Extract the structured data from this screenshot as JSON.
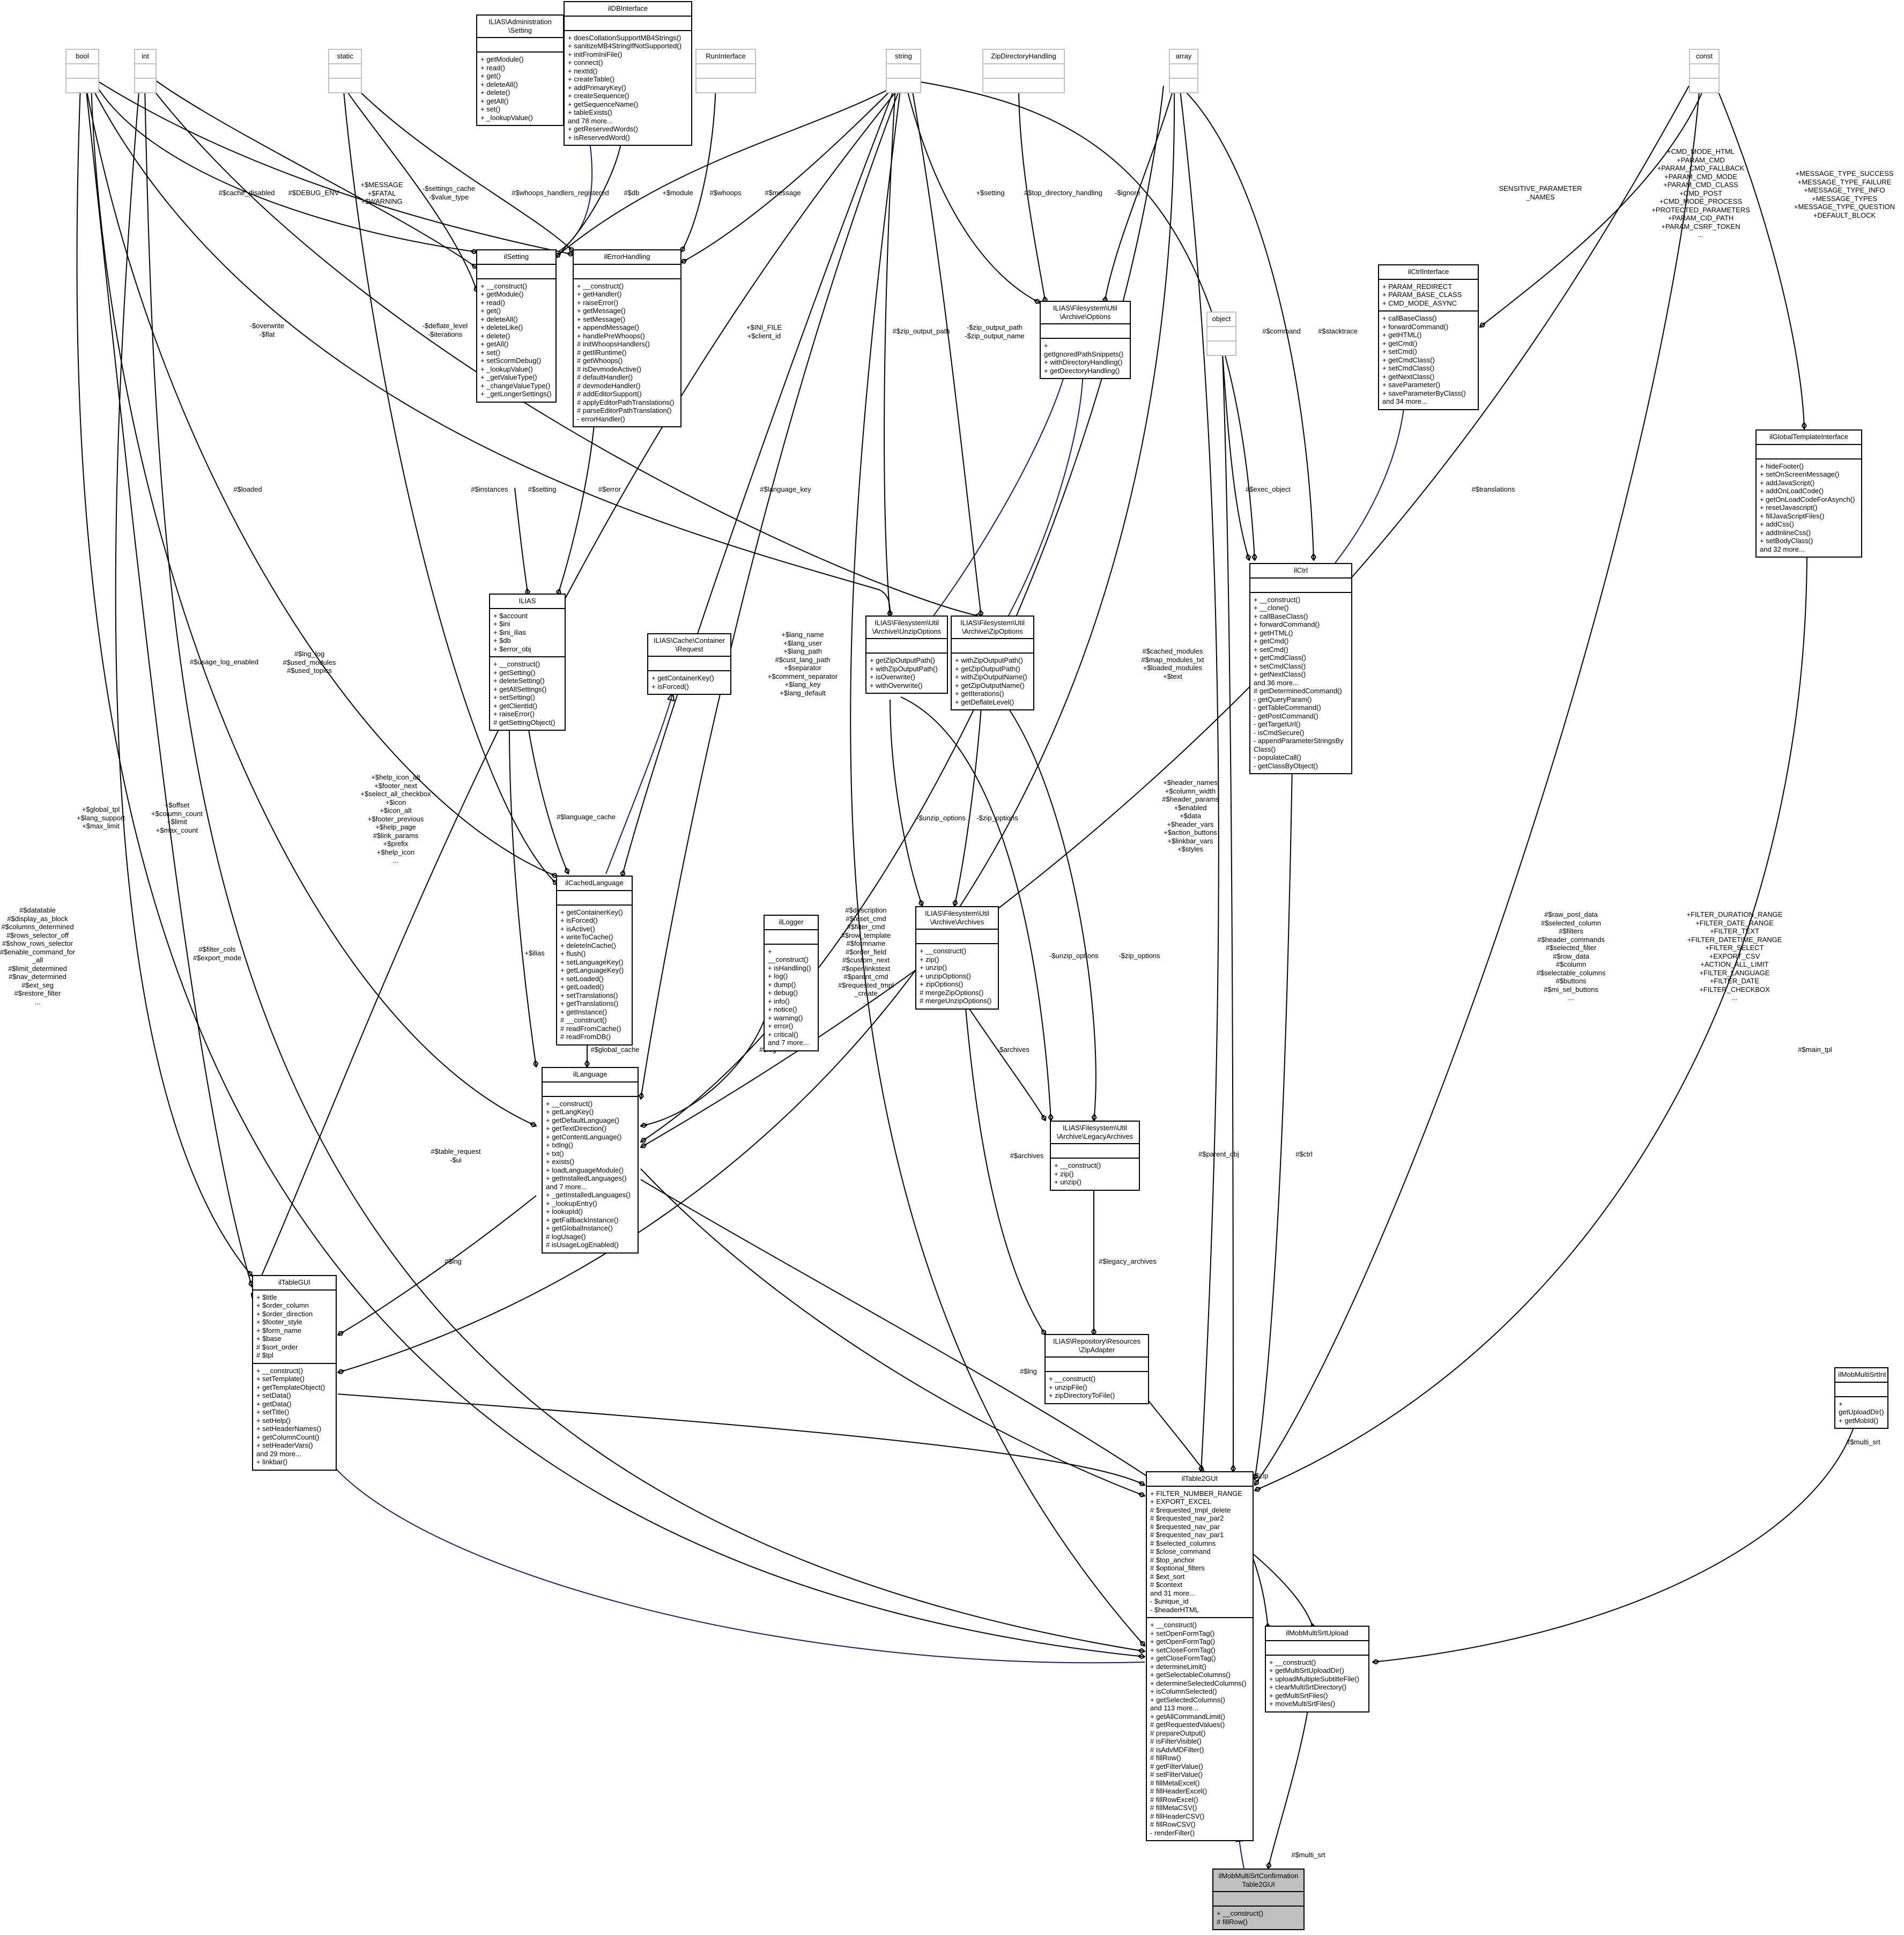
{
  "nodes": {
    "bool": {
      "name": "bool"
    },
    "int": {
      "name": "int"
    },
    "static": {
      "name": "static"
    },
    "setting_iface": {
      "name": "ILIAS\\Administration\n\\Setting",
      "methods": [
        "+ getModule()",
        "+ read()",
        "+ get()",
        "+ deleteAll()",
        "+ delete()",
        "+ getAll()",
        "+ set()",
        "+ _lookupValue()"
      ]
    },
    "dbinterface": {
      "name": "ilDBInterface",
      "methods": [
        "+ doesCollationSupportMB4Strings()",
        "+ sanitizeMB4StringIfNotSupported()",
        "+ initFromIniFile()",
        "+ connect()",
        "+ nextId()",
        "+ createTable()",
        "+ addPrimaryKey()",
        "+ createSequence()",
        "+ getSequenceName()",
        "+ tableExists()",
        "and 78 more...",
        "+ getReservedWords()",
        "+ isReservedWord()"
      ]
    },
    "runinterface": {
      "name": "RunInterface"
    },
    "string": {
      "name": "string"
    },
    "zipdirhandling": {
      "name": "ZipDirectoryHandling"
    },
    "array": {
      "name": "array"
    },
    "const": {
      "name": "const"
    },
    "ilsetting": {
      "name": "ilSetting",
      "methods": [
        "+ __construct()",
        "+ getModule()",
        "+ read()",
        "+ get()",
        "+ deleteAll()",
        "+ deleteLike()",
        "+ delete()",
        "+ getAll()",
        "+ set()",
        "+ setScormDebug()",
        "+ _lookupValue()",
        "+ _getValueType()",
        "+ _changeValueType()",
        "+ _getLongerSettings()"
      ]
    },
    "ilerrorhandling": {
      "name": "ilErrorHandling",
      "methods": [
        "+ __construct()",
        "+ getHandler()",
        "+ raiseError()",
        "+ getMessage()",
        "+ setMessage()",
        "+ appendMessage()",
        "+ handlePreWhoops()",
        "# initWhoopsHandlers()",
        "# getIlRuntime()",
        "# getWhoops()",
        "# isDevmodeActive()",
        "# defaultHandler()",
        "# devmodeHandler()",
        "# addEditorSupport()",
        "# applyEditorPathTranslations()",
        "# parseEditorPathTranslation()",
        "- errorHandler()"
      ]
    },
    "archive_options": {
      "name": "ILIAS\\Filesystem\\Util\n\\Archive\\Options",
      "methods": [
        "+ getIgnoredPathSnippets()",
        "+ withDirectoryHandling()",
        "+ getDirectoryHandling()"
      ]
    },
    "object": {
      "name": "object"
    },
    "ilctrlinterface": {
      "name": "ilCtrlInterface",
      "attrs": [
        "+ PARAM_REDIRECT",
        "+ PARAM_BASE_CLASS",
        "+ CMD_MODE_ASYNC"
      ],
      "methods": [
        "+ callBaseClass()",
        "+ forwardCommand()",
        "+ getHTML()",
        "+ getCmd()",
        "+ setCmd()",
        "+ getCmdClass()",
        "+ setCmdClass()",
        "+ getNextClass()",
        "+ saveParameter()",
        "+ saveParameterByClass()",
        "and 34 more..."
      ]
    },
    "ilglobaltemplate": {
      "name": "ilGlobalTemplateInterface",
      "methods": [
        "+ hideFooter()",
        "+ setOnScreenMessage()",
        "+ addJavaScript()",
        "+ addOnLoadCode()",
        "+ getOnLoadCodeForAsynch()",
        "+ resetJavascript()",
        "+ fillJavaScriptFiles()",
        "+ addCss()",
        "+ addInlineCss()",
        "+ setBodyClass()",
        "and 32 more..."
      ]
    },
    "ilias": {
      "name": "ILIAS",
      "attrs": [
        "+ $account",
        "+ $ini",
        "+ $ini_ilias",
        "+ $db",
        "+ $error_obj"
      ],
      "methods": [
        "+ __construct()",
        "+ getSetting()",
        "+ deleteSetting()",
        "+ getAllSettings()",
        "+ setSetting()",
        "+ getClientId()",
        "+ raiseError()",
        "# getSettingObject()"
      ]
    },
    "cache_request": {
      "name": "ILIAS\\Cache\\Container\n\\Request",
      "methods": [
        "+ getContainerKey()",
        "+ isForced()"
      ]
    },
    "unzipoptions": {
      "name": "ILIAS\\Filesystem\\Util\n\\Archive\\UnzipOptions",
      "methods": [
        "+ getZipOutputPath()",
        "+ withZipOutputPath()",
        "+ isOverwrite()",
        "+ withOverwrite()"
      ]
    },
    "zipoptions": {
      "name": "ILIAS\\Filesystem\\Util\n\\Archive\\ZipOptions",
      "methods": [
        "+ withZipOutputPath()",
        "+ getZipOutputPath()",
        "+ withZipOutputName()",
        "+ getZipOutputName()",
        "+ getIterations()",
        "+ getDeflateLevel()"
      ]
    },
    "ilctrl": {
      "name": "ilCtrl",
      "methods": [
        "+ __construct()",
        "+ __clone()",
        "+ callBaseClass()",
        "+ forwardCommand()",
        "+ getHTML()",
        "+ getCmd()",
        "+ setCmd()",
        "+ getCmdClass()",
        "+ setCmdClass()",
        "+ getNextClass()",
        "and 36 more...",
        "# getDeterminedCommand()",
        "- getQueryParam()",
        "- getTableCommand()",
        "- getPostCommand()",
        "- getTargetUrl()",
        "- isCmdSecure()",
        "- appendParameterStringsBy\nClass()",
        "- populateCall()",
        "- getClassByObject()"
      ]
    },
    "ilcachedlanguage": {
      "name": "ilCachedLanguage",
      "methods": [
        "+ getContainerKey()",
        "+ isForced()",
        "+ isActive()",
        "+ writeToCache()",
        "+ deleteInCache()",
        "+ flush()",
        "+ setLanguageKey()",
        "+ getLanguageKey()",
        "+ setLoaded()",
        "+ getLoaded()",
        "+ setTranslations()",
        "+ getTranslations()",
        "+ getInstance()",
        "# __construct()",
        "# readFromCache()",
        "# readFromDB()"
      ]
    },
    "illogger": {
      "name": "ilLogger",
      "methods": [
        "+ __construct()",
        "+ isHandling()",
        "+ log()",
        "+ dump()",
        "+ debug()",
        "+ info()",
        "+ notice()",
        "+ warning()",
        "+ error()",
        "+ critical()",
        "and 7 more..."
      ]
    },
    "archives": {
      "name": "ILIAS\\Filesystem\\Util\n\\Archive\\Archives",
      "methods": [
        "+ __construct()",
        "+ zip()",
        "+ unzip()",
        "+ unzipOptions()",
        "+ zipOptions()",
        "# mergeZipOptions()",
        "# mergeUnzipOptions()"
      ]
    },
    "illanguage": {
      "name": "ilLanguage",
      "methods": [
        "+ __construct()",
        "+ getLangKey()",
        "+ getDefaultLanguage()",
        "+ getTextDirection()",
        "+ getContentLanguage()",
        "+ txtlng()",
        "+ txt()",
        "+ exists()",
        "+ loadLanguageModule()",
        "+ getInstalledLanguages()",
        "and 7 more...",
        "+ _getInstalledLanguages()",
        "+ _lookupEntry()",
        "+ lookupId()",
        "+ getFallbackInstance()",
        "+ getGlobalInstance()",
        "# logUsage()",
        "# isUsageLogEnabled()"
      ]
    },
    "legacyarchives": {
      "name": "ILIAS\\Filesystem\\Util\n\\Archive\\LegacyArchives",
      "methods": [
        "+ __construct()",
        "+ zip()",
        "+ unzip()"
      ]
    },
    "iltablegui": {
      "name": "ilTableGUI",
      "attrs": [
        "+ $title",
        "+ $order_column",
        "+ $order_direction",
        "+ $footer_style",
        "+ $form_name",
        "+ $base",
        "# $sort_order",
        "# $tpl"
      ],
      "methods": [
        "+ __construct()",
        "+ setTemplate()",
        "+ getTemplateObject()",
        "+ setData()",
        "+ getData()",
        "+ setTitle()",
        "+ setHelp()",
        "+ setHeaderNames()",
        "+ getColumnCount()",
        "+ setHeaderVars()",
        "and 29 more...",
        "+ linkbar()"
      ]
    },
    "zipadapter": {
      "name": "ILIAS\\Repository\\Resources\n\\ZipAdapter",
      "methods": [
        "+ __construct()",
        "+ unzipFile()",
        "+ zipDirectoryToFile()"
      ]
    },
    "ilmobmultisrtint": {
      "name": "ilMobMultiSrtInt",
      "methods": [
        "+ getUploadDir()",
        "+ getMobId()"
      ]
    },
    "iltable2gui": {
      "name": "ilTable2GUI",
      "attrs": [
        "+ FILTER_NUMBER_RANGE",
        "+ EXPORT_EXCEL",
        "# $requested_tmpl_delete",
        "# $requested_nav_par2",
        "# $requested_nav_par",
        "# $requested_nav_par1",
        "# $selected_columns",
        "# $close_command",
        "# $top_anchor",
        "# $optional_filters",
        "# $ext_sort",
        "# $context",
        "and 31 more...",
        "- $unique_id",
        "- $headerHTML"
      ],
      "methods": [
        "+ __construct()",
        "+ setOpenFormTag()",
        "+ getOpenFormTag()",
        "+ setCloseFormTag()",
        "+ getCloseFormTag()",
        "+ determineLimit()",
        "+ getSelectableColumns()",
        "+ determineSelectedColumns()",
        "+ isColumnSelected()",
        "+ getSelectedColumns()",
        "and 113 more...",
        "+ getAllCommandLimit()",
        "# getRequestedValues()",
        "# prepareOutput()",
        "# isFilterVisible()",
        "# isAdvMDFilter()",
        "# fillRow()",
        "# getFilterValue()",
        "# setFilterValue()",
        "# fillMetaExcel()",
        "# fillHeaderExcel()",
        "# fillRowExcel()",
        "# fillMetaCSV()",
        "# fillHeaderCSV()",
        "# fillRowCSV()",
        "- renderFilter()"
      ]
    },
    "ilmobmultisrtupload": {
      "name": "ilMobMultiSrtUpload",
      "methods": [
        "+ __construct()",
        "+ getMultiSrtUploadDir()",
        "+ uploadMultipleSubtitleFile()",
        "+ clearMultiSrtDirectory()",
        "+ getMultiSrtFiles()",
        "+ moveMultiSrtFiles()"
      ]
    },
    "confirmation": {
      "name": "ilMobMultiSrtConfirmation\nTable2GUI",
      "methods": [
        "+ __construct()",
        "# fillRow()"
      ]
    }
  },
  "edge_labels": {
    "cache_disabled": "#$cache_disabled",
    "debug_env": "#$DEBUG_ENV",
    "message_fatal": "+$MESSAGE\n+$FATAL\n+$WARNING",
    "settings_cache": "-$settings_cache\n-$value_type",
    "whoops_registered": "#$whoops_handlers_registered",
    "db": "#$db",
    "module": "+$module",
    "whoops": "#$whoops",
    "message": "#$message",
    "setting": "+$setting",
    "top_dir": "#$top_directory_handling",
    "ignore": "-$ignore",
    "sensitive": "SENSITIVE_PARAMETER\n_NAMES",
    "cmd_mode": "+CMD_MODE_HTML\n+PARAM_CMD\n+PARAM_CMD_FALLBACK\n+PARAM_CMD_MODE\n+PARAM_CMD_CLASS\n+CMD_POST\n+CMD_MODE_PROCESS\n+PROTECTED_PARAMETERS\n+PARAM_CID_PATH\n+PARAM_CSRF_TOKEN\n...",
    "message_types": "+MESSAGE_TYPE_SUCCESS\n+MESSAGE_TYPE_FAILURE\n+MESSAGE_TYPE_INFO\n+MESSAGE_TYPES\n+MESSAGE_TYPE_QUESTION\n+DEFAULT_BLOCK",
    "overwrite": "-$overwrite\n-$flat",
    "deflate": "-$deflate_level\n-$iterations",
    "ini_file": "+$INI_FILE\n+$client_id",
    "zip_output_path": "#$zip_output_path",
    "zip_output_path2": "-$zip_output_path\n-$zip_output_name",
    "command": "#$command",
    "stacktrace": "#$stacktrace",
    "loaded": "#$loaded",
    "instances": "#$instances",
    "setting_rel": "#$setting",
    "error": "#$error",
    "language_key": "#$language_key",
    "exec_object": "#$exec_object",
    "translations": "#$translations",
    "usage_log": "#$usage_log_enabled",
    "lng_log": "#$lng_log\n#$used_modules\n#$used_topics",
    "lang_name": "+$lang_name\n+$lang_user\n+$lang_path\n#$cust_lang_path\n+$separator\n+$comment_separator\n+$lang_key\n+$lang_default",
    "cached_modules": "#$cached_modules\n#$map_modules_txt\n+$loaded_modules\n+$text",
    "help_icon": "+$help_icon_alt\n+$footer_next\n+$select_all_checkbox\n+$icon\n+$icon_alt\n+$footer_previous\n+$help_page\n#$link_params\n+$prefix\n+$help_icon\n...",
    "language_cache": "#$language_cache",
    "global_tpl": "+$global_tpl\n+$lang_support\n+$max_limit",
    "offset": "+$offset\n+$column_count\n+$limit\n+$max_count",
    "ilias_rel": "+$ilias",
    "header_names": "+$header_names\n+$column_width\n#$header_params\n+$enabled\n+$data\n+$header_vars\n+$action_buttons\n+$linkbar_vars\n+$styles",
    "datatable": "#$datatable\n#$display_as_block\n#$columns_determined\n#$rows_selector_off\n#$show_rows_selector\n#$enable_command_for\n_all\n#$limit_determined\n#$nav_determined\n#$ext_seg\n#$restore_filter\n...",
    "filter_cols": "#$filter_cols\n#$export_mode",
    "global_cache": "#$global_cache",
    "log": "#$log",
    "unzip_options": "-$unzip_options",
    "zip_options": "-$zip_options",
    "description": "#$description\n#$reset_cmd\n#$filter_cmd\n#$row_template\n#$formname\n#$order_field\n#$custom_next\n#$openlinkstext\n#$parent_cmd\n#$requested_tmpl\n_create\n...",
    "raw_post_data": "#$raw_post_data\n#$selected_column\n#$filters\n#$header_commands\n#$selected_filter\n#$row_data\n#$column\n#$selectable_columns\n#$buttons\n#$mi_sel_buttons\n...",
    "filter_duration": "+FILTER_DURATION_RANGE\n+FILTER_DATE_RANGE\n+FILTER_TEXT\n+FILTER_DATETIME_RANGE\n+FILTER_SELECT\n+EXPORT_CSV\n+ACTION_ALL_LIMIT\n+FILTER_LANGUAGE\n+FILTER_DATE\n+FILTER_CHECKBOX\n...",
    "unzip_options2": "-$unzip_options",
    "zip_options2": "-$zip_options",
    "archives_rel": "-$archives",
    "archives_rel2": "#$archives",
    "table_request": "#$table_request\n-$ui",
    "lng_rel": "#$lng",
    "lng_rel2": "#$lng",
    "legacy_archives": "#$legacy_archives",
    "parent_obj": "#$parent_obj",
    "ctrl": "#$ctrl",
    "main_tpl": "#$main_tpl",
    "multi_srt": "#$multi_srt",
    "zip": "#$zip",
    "multi_srt2": "#$multi_srt"
  }
}
